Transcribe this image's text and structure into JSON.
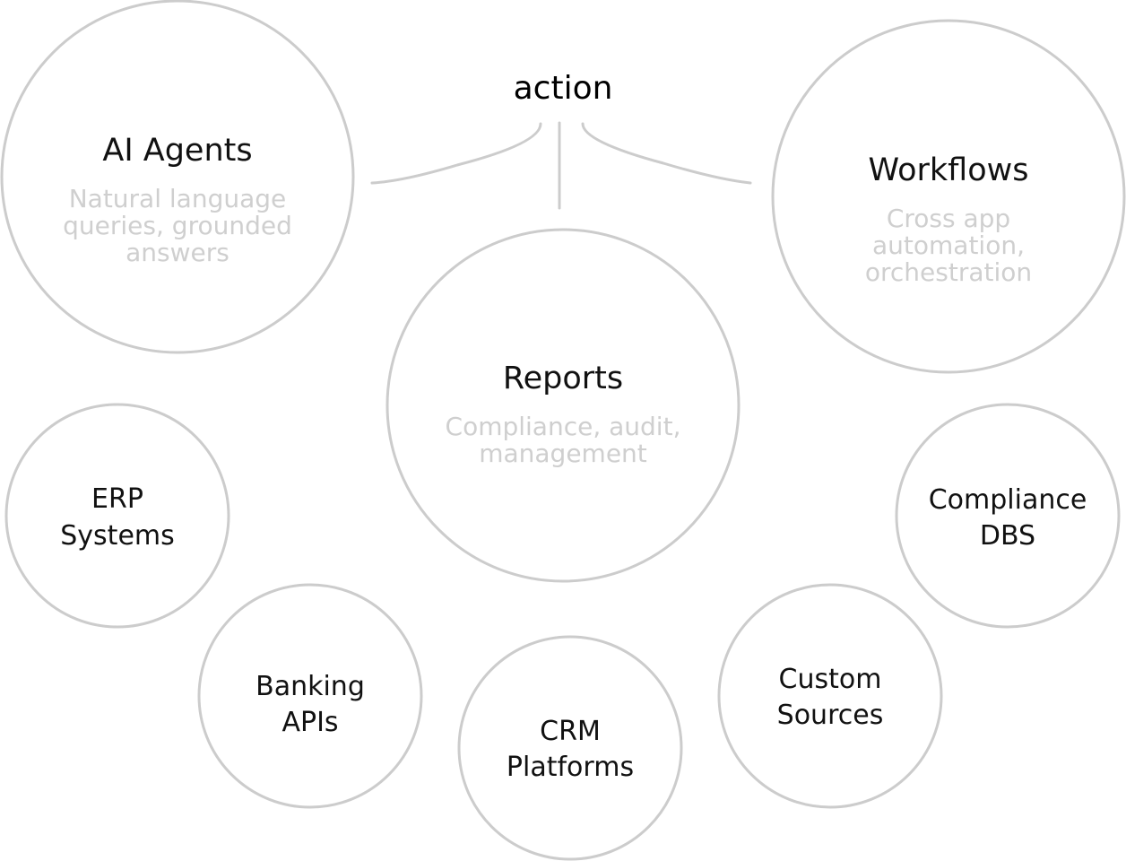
{
  "hub": {
    "label": "action"
  },
  "outputs": {
    "agents": {
      "title": "AI Agents",
      "desc_lines": [
        "Natural language",
        "queries, grounded",
        "answers"
      ]
    },
    "reports": {
      "title": "Reports",
      "desc_lines": [
        "Compliance, audit,",
        "management"
      ]
    },
    "workflows": {
      "title": "Workflows",
      "desc_lines": [
        "Cross app",
        "automation,",
        "orchestration"
      ]
    }
  },
  "sources": {
    "erp": {
      "lines": [
        "ERP",
        "Systems"
      ]
    },
    "banking": {
      "lines": [
        "Banking",
        "APIs"
      ]
    },
    "crm": {
      "lines": [
        "CRM",
        "Platforms"
      ]
    },
    "custom": {
      "lines": [
        "Custom",
        "Sources"
      ]
    },
    "compliance": {
      "lines": [
        "Compliance",
        "DBS"
      ]
    }
  },
  "colors": {
    "outline": "#cccccc",
    "title_text": "#111111",
    "description_text": "#cfcfcf"
  }
}
